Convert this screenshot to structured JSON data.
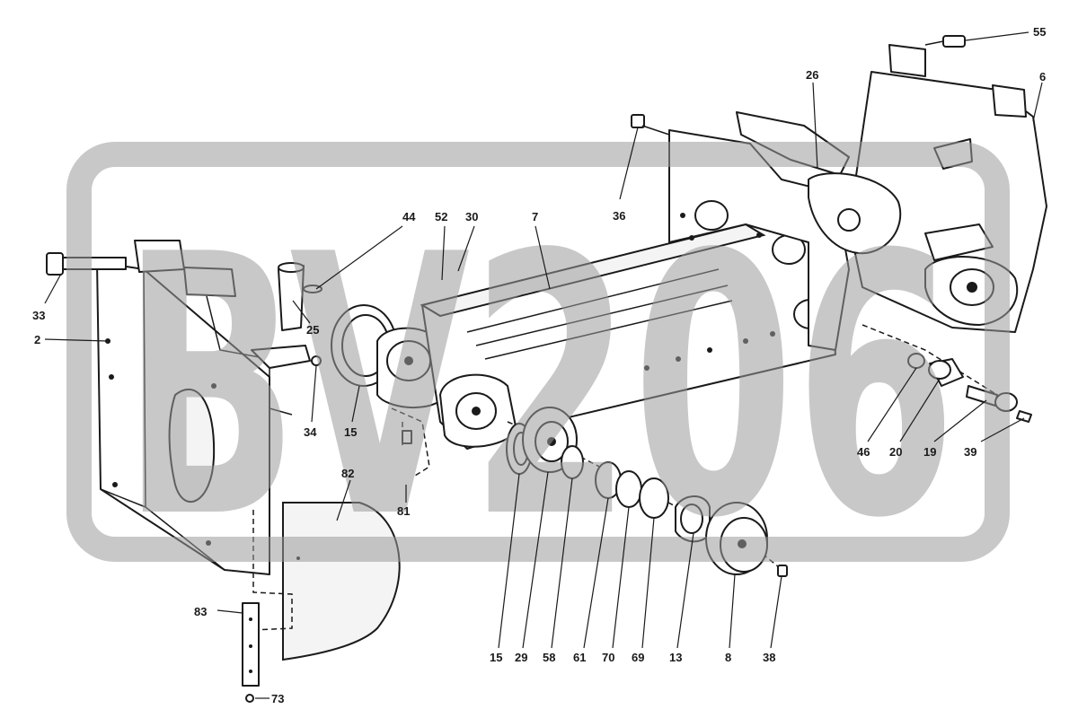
{
  "watermark": {
    "text": "BV206",
    "color": "#9a9a9a"
  },
  "callouts": {
    "c55": "55",
    "c6": "6",
    "c26": "26",
    "c36": "36",
    "c7": "7",
    "c44": "44",
    "c52": "52",
    "c30": "30",
    "c33": "33",
    "c2": "2",
    "c25": "25",
    "c34": "34",
    "c15a": "15",
    "c82": "82",
    "c81": "81",
    "c83": "83",
    "c73": "73",
    "c15b": "15",
    "c29": "29",
    "c58": "58",
    "c61": "61",
    "c70": "70",
    "c69": "69",
    "c13": "13",
    "c8": "8",
    "c38": "38",
    "c46": "46",
    "c20": "20",
    "c19": "19",
    "c39": "39"
  }
}
